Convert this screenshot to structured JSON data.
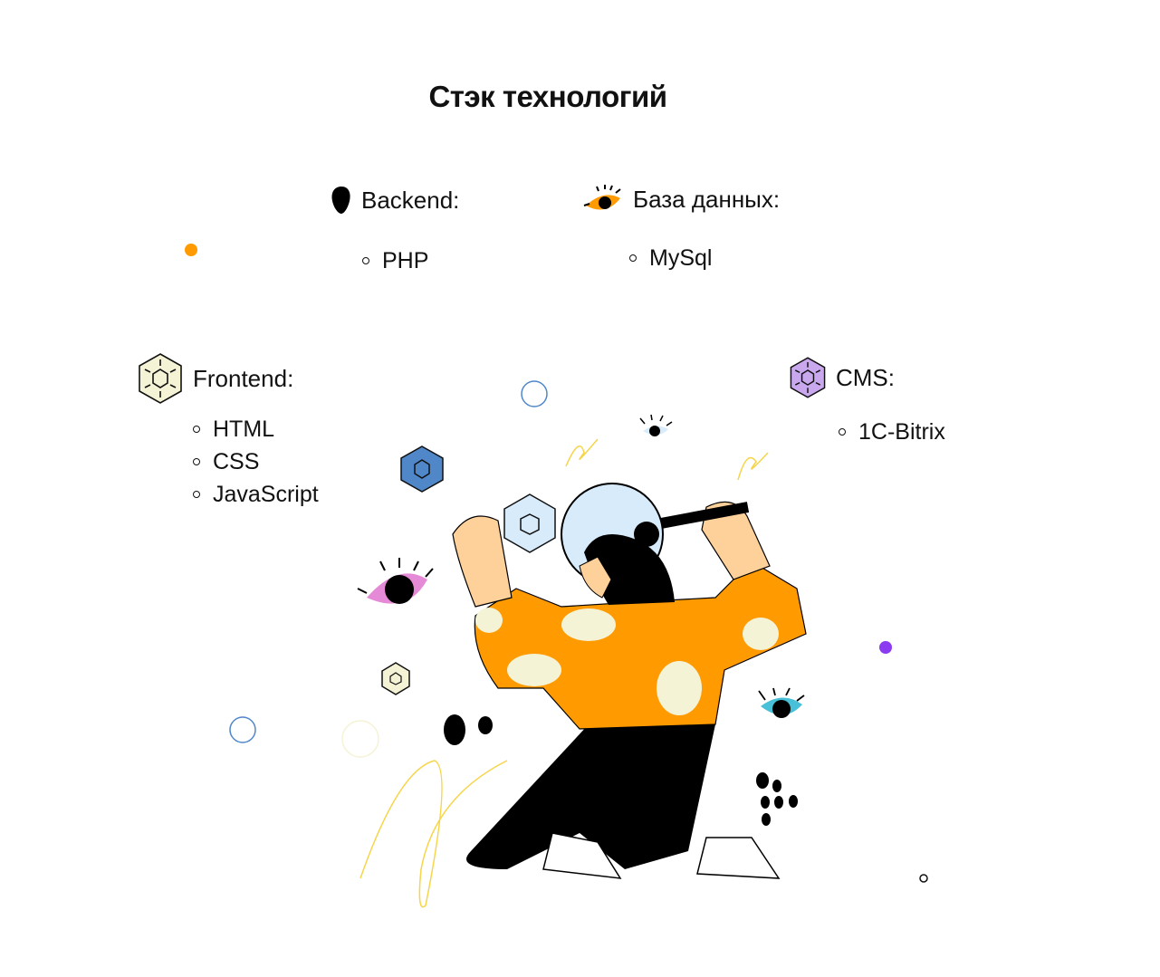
{
  "title": "Стэк технологий",
  "sections": {
    "backend": {
      "label": "Backend:",
      "icon": "drop-icon",
      "items": [
        "PHP"
      ]
    },
    "database": {
      "label": "База данных:",
      "icon": "eye-icon",
      "items": [
        "MySql"
      ]
    },
    "frontend": {
      "label": "Frontend:",
      "icon": "hexagon-icon",
      "items": [
        "HTML",
        "CSS",
        "JavaScript"
      ]
    },
    "cms": {
      "label": "CMS:",
      "icon": "hexagon-icon",
      "items": [
        "1C-Bitrix"
      ]
    }
  },
  "colors": {
    "orange": "#ff9a00",
    "cream": "#f5f3d6",
    "purple": "#c9a8ee",
    "blue": "#4f87c9",
    "pink": "#e58ad6",
    "teal": "#47c0d8"
  }
}
